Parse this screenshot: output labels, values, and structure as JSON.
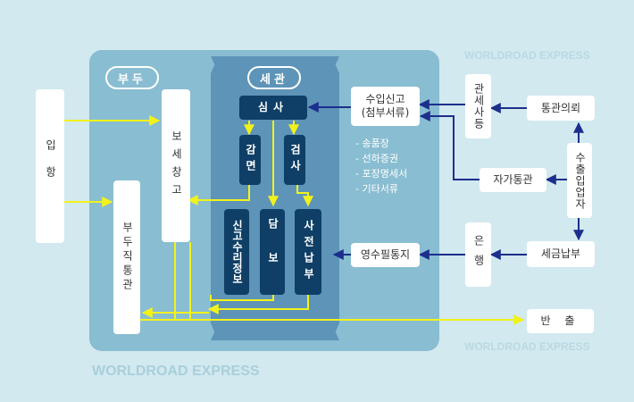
{
  "watermark": "WORLDROAD EXPRESS",
  "sections": {
    "pier": "부두",
    "customs": "세관"
  },
  "boxes": {
    "arrival": "입항",
    "bonded_warehouse": "보세창고",
    "pier_direct_clearance": "부두직통관",
    "review": "심사",
    "deferral": "감면",
    "inspection": "검사",
    "declaration_acceptance": "신고수리정보",
    "guarantee": "담보",
    "pre_payment": "사전납부",
    "import_declaration": "수입신고",
    "import_declaration_sub": "(첨부서류)",
    "customs_broker": "관세사등",
    "clearance_request": "통관의뢰",
    "self_clearance": "자가통관",
    "importer": "수출입업자",
    "receipt_notice": "영수필통지",
    "bank": "은행",
    "tax_payment": "세금납부",
    "release": "반 출"
  },
  "documents": [
    "송품장",
    "선하증권",
    "포장명세서",
    "기타서류"
  ],
  "colors": {
    "background": "#d2e9ef",
    "pier_panel": "#89bdd1",
    "customs_panel": "#5d94b8",
    "dark_box": "#0f3f66",
    "yellow_arrow": "#f2f21a",
    "navy_arrow": "#1c2f8c"
  }
}
